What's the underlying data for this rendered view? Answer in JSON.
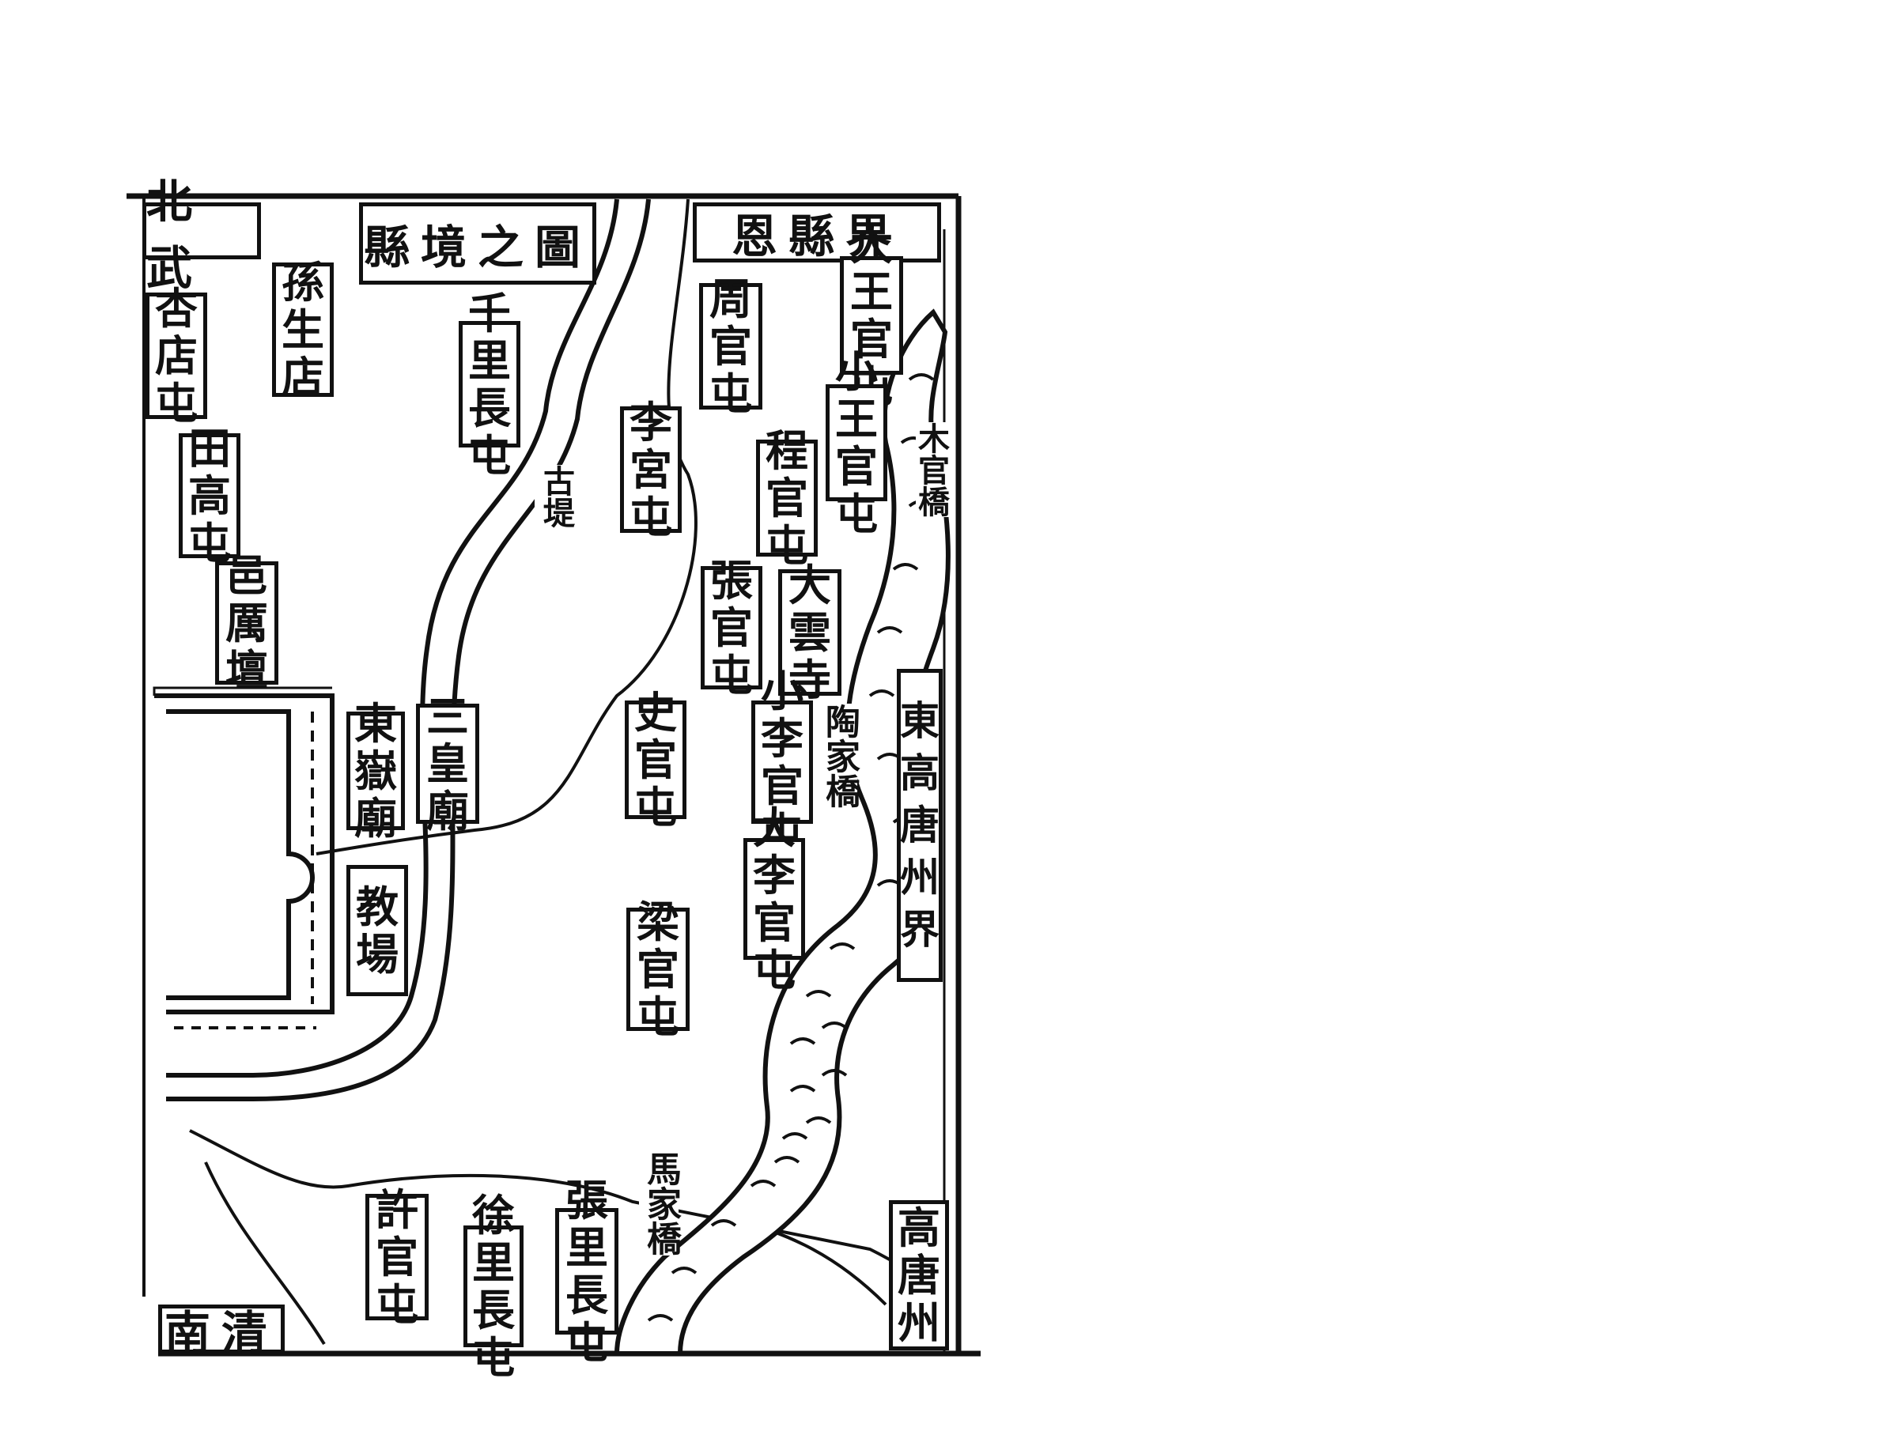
{
  "title": "縣境之圖",
  "edges": {
    "north_left": "北武",
    "north_right": "恩縣界",
    "south_left": "南清"
  },
  "places": {
    "sun_sheng_dian": "孫生店",
    "xiang_dian_tun": "杏店屯",
    "tian_gao_tun": "田高屯",
    "qian_li_chang_tun": "千里長屯",
    "li_tun": "李宮屯",
    "zhou_guan_tun": "周官屯",
    "da_wang_guan_tun": "大王官屯",
    "xiao_wang_guan_tun": "小王官屯",
    "cheng_guan_tun": "程官屯",
    "zhang_guan_tun": "張官屯",
    "da_yun_si": "大雲寺",
    "shi_guan_tun": "史官屯",
    "xiao_li_guan_tun": "小李官屯",
    "da_li_guan_tun": "大李官屯",
    "san_huang_miao": "三皇廟",
    "dong_yue_miao": "東嶽廟",
    "jiao_chang": "教場",
    "yi_li_tan": "邑厲壇",
    "xu_guan_tun": "許官屯",
    "xu_li_chang_tun": "徐里長屯",
    "zhang_li_chang_tun": "張里長屯",
    "dong_gao_tang_zhou_jie": "東高唐州界",
    "gao_tang_zhou": "高唐州",
    "liang_guan_tun": "梁官屯"
  },
  "bridges": {
    "mu_guan_qiao": "木官橋",
    "tao_jia_qiao": "陶家橋",
    "ma_jia_qiao": "馬家橋"
  },
  "dike": {
    "label": "古堤"
  },
  "colors": {
    "ink": "#111111",
    "paper": "#ffffff"
  }
}
